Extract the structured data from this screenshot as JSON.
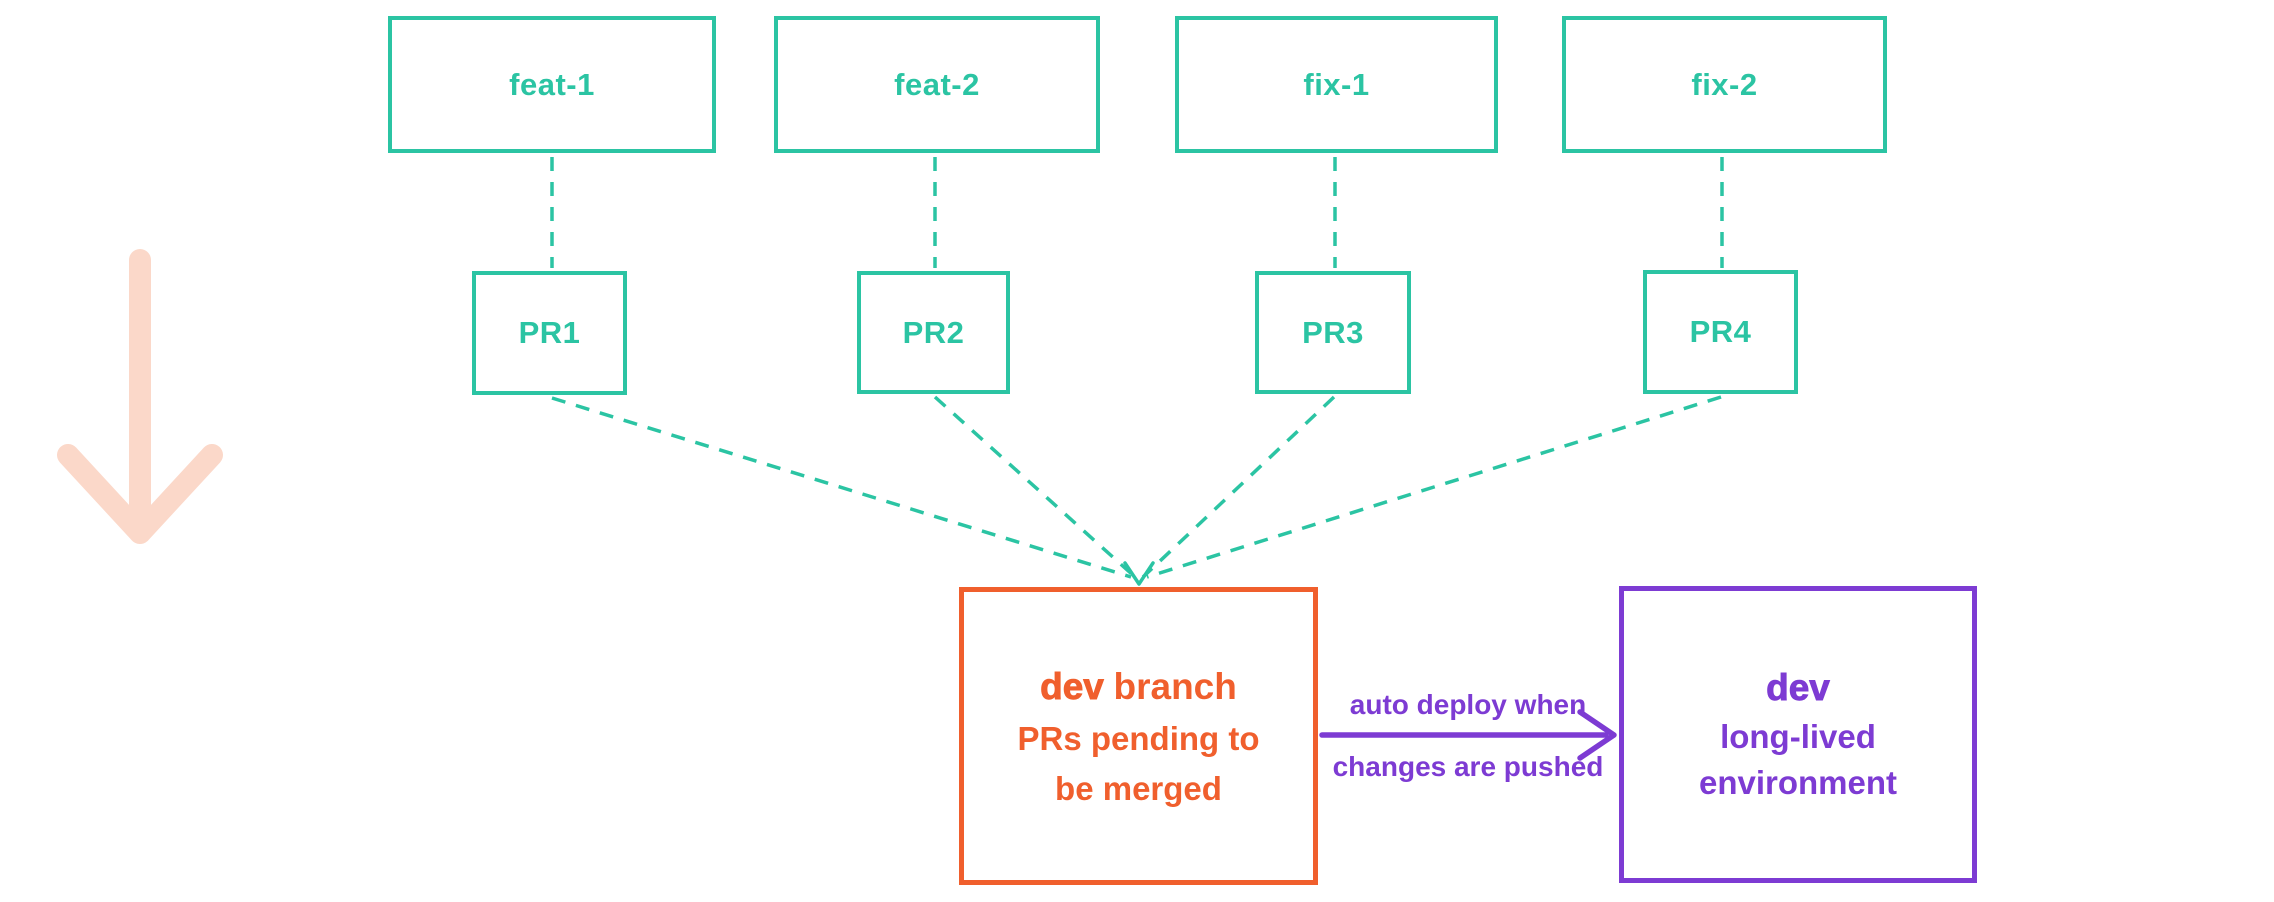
{
  "colors": {
    "background": "#ffffff",
    "teal": "#2bc4a3",
    "orange": "#f05f2d",
    "purple": "#7d3bd3",
    "pink": "#fbd8c9"
  },
  "branch_boxes": [
    {
      "label": "feat-1"
    },
    {
      "label": "feat-2"
    },
    {
      "label": "fix-1"
    },
    {
      "label": "fix-2"
    }
  ],
  "pr_boxes": [
    {
      "label": "PR1"
    },
    {
      "label": "PR2"
    },
    {
      "label": "PR3"
    },
    {
      "label": "PR4"
    }
  ],
  "dev_branch_box": {
    "name": "dev",
    "name_suffix": "branch",
    "subtitle_line1": "PRs pending to",
    "subtitle_line2": "be merged"
  },
  "deploy_label": {
    "line1": "auto deploy when",
    "line2": "changes are pushed"
  },
  "dev_environment_box": {
    "name": "dev",
    "line1": "long-lived",
    "line2": "environment"
  },
  "icons": {
    "left_flow_icon": "down-arrow",
    "merge_arrowhead_icon": "chevron-down",
    "deploy_arrow_icon": "arrow-right"
  }
}
